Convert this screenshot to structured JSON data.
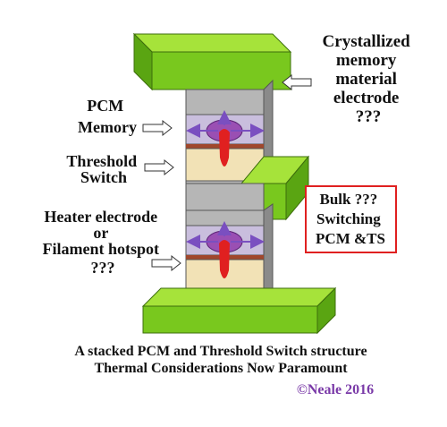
{
  "labels": {
    "crystallized": [
      "Crystallized",
      "memory",
      "material",
      "electrode",
      "???"
    ],
    "pcm_memory": [
      "PCM",
      "Memory"
    ],
    "threshold_switch": [
      "Threshold",
      "Switch"
    ],
    "heater": [
      "Heater electrode",
      "or",
      "Filament hotspot",
      "???"
    ],
    "bulk_box": [
      "Bulk ???",
      "Switching",
      "PCM &TS"
    ]
  },
  "caption": {
    "line1": "A stacked PCM and Threshold  Switch structure",
    "line2": "Thermal Considerations Now Paramount"
  },
  "credit": "©Neale 2016",
  "colors": {
    "electrode_top": "#a6e33a",
    "electrode_front": "#79c81e",
    "electrode_side": "#5aa512",
    "pillar_front": "#b6b6b6",
    "pillar_side": "#8a8a8a",
    "pcm_layer": "#c9bedd",
    "switch_layer": "#f2e2b6",
    "interface": "#a0472c",
    "hotspot": "#e02020",
    "mushroom": "#9a4fb3",
    "arrow": "#8060c8",
    "box_border": "#e02020"
  }
}
